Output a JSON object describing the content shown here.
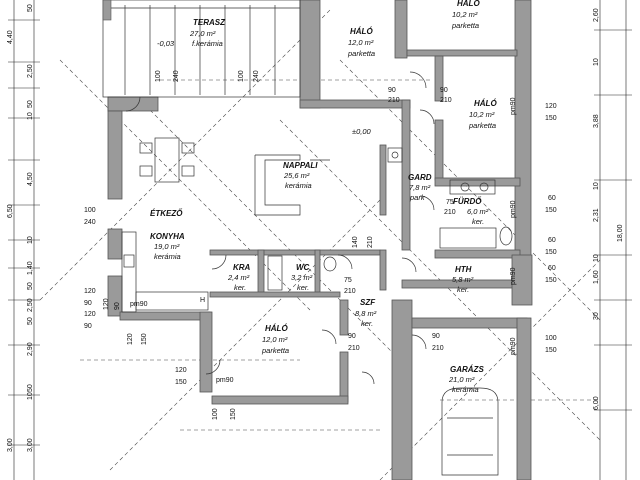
{
  "rooms": [
    {
      "id": "terasz",
      "name": "TERASZ",
      "area": "27,0 m²",
      "floor": "f.kerámia"
    },
    {
      "id": "halo-top1",
      "name": "HÁLÓ",
      "area": "12,0 m²",
      "floor": "parketta"
    },
    {
      "id": "halo-top2",
      "name": "HÁLÓ",
      "area": "10,2 m²",
      "floor": "parketta"
    },
    {
      "id": "halo-right",
      "name": "HÁLÓ",
      "area": "10,2 m²",
      "floor": "parketta"
    },
    {
      "id": "nappali",
      "name": "NAPPALI",
      "area": "25,6 m²",
      "floor": "kerámia"
    },
    {
      "id": "gard",
      "name": "GARD",
      "area": "7,8 m²",
      "floor": "park"
    },
    {
      "id": "furdo",
      "name": "FÜRDŐ",
      "area": "6,0 m²",
      "floor": "ker."
    },
    {
      "id": "etkezo",
      "name": "ÉTKEZŐ",
      "area": "",
      "floor": ""
    },
    {
      "id": "konyha",
      "name": "KONYHA",
      "area": "19,0 m²",
      "floor": "kerámia"
    },
    {
      "id": "kra",
      "name": "KRA",
      "area": "2,4 m²",
      "floor": "ker."
    },
    {
      "id": "wc",
      "name": "WC",
      "area": "3,2 m²",
      "floor": "ker."
    },
    {
      "id": "hth",
      "name": "HTH",
      "area": "5,8 m²",
      "floor": "ker."
    },
    {
      "id": "szf",
      "name": "SZF",
      "area": "8,8 m²",
      "floor": "ker."
    },
    {
      "id": "halo-bottom",
      "name": "HÁLÓ",
      "area": "12,0 m²",
      "floor": "parketta"
    },
    {
      "id": "garazs",
      "name": "GARÁZS",
      "area": "21,0 m²",
      "floor": "kerámia"
    }
  ],
  "levels": {
    "terrace": "-0,03",
    "main": "±0,00"
  },
  "left_dims": [
    "4,40",
    "2,50",
    "10",
    "4,50",
    "6,50",
    "10",
    "1,40",
    "2,50",
    "2,90",
    "3,00",
    "3,00",
    "10",
    "50",
    "50",
    "50",
    "50",
    "50"
  ],
  "right_dims": [
    "2,60",
    "10",
    "3,88",
    "10",
    "2,31",
    "18,00",
    "1,60",
    "10",
    "6,00",
    "30"
  ],
  "door_labels": [
    "90",
    "210",
    "90",
    "210",
    "120",
    "150",
    "140",
    "210",
    "75",
    "210",
    "60",
    "150",
    "60",
    "150",
    "60",
    "150",
    "100",
    "150",
    "120",
    "90",
    "100",
    "240",
    "100",
    "240",
    "120",
    "150",
    "120",
    "150",
    "90",
    "210",
    "90",
    "210",
    "75",
    "210",
    "100",
    "150",
    "pm90",
    "pm90",
    "pm90",
    "pm90",
    "pm90"
  ],
  "left_wall_labels": [
    "100",
    "240",
    "120",
    "90",
    "120",
    "90"
  ],
  "misc_labels": [
    "H",
    "pm90"
  ]
}
